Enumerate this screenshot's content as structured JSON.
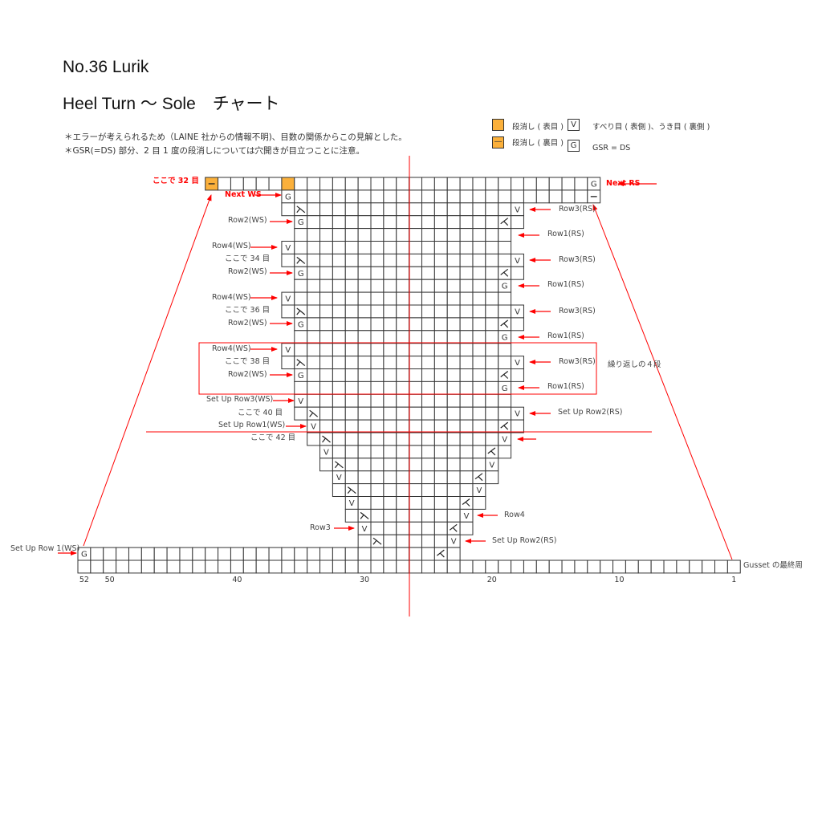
{
  "header": {
    "title": "No.36 Lurik",
    "subtitle": "Heel Turn 〜 Sole　チャート",
    "notes": [
      "＊エラーが考えられるため（LAINE 社からの情報不明)、目数の関係からこの見解とした。",
      "＊GSR(=DS) 部分、2 目 1 度の段消しについては穴開きが目立つことに注意。"
    ]
  },
  "legend": {
    "short_row_knit": "段消し ( 表目 )",
    "short_row_purl": "段消し ( 裏目 )",
    "slip_symbol": "V",
    "slip_label": "すべり目 ( 表側 )、うき目 ( 裏側 )",
    "gsr_symbol": "G",
    "gsr_label": "GSR = DS",
    "dash_symbol": "—"
  },
  "colors": {
    "accent_orange": "#FBB03B",
    "annotation_red": "#FF0000",
    "grid": "#333333"
  },
  "chart": {
    "total_stitches": 52,
    "column_labels": [
      52,
      50,
      40,
      30,
      20,
      10,
      1
    ],
    "symbols": {
      "slip": "V",
      "gsr": "G",
      "purl": "—",
      "sr-purl": "—"
    },
    "rows_top_to_bottom": [
      {
        "from": 42,
        "to": 12,
        "marks": {
          "42": "sr-purl",
          "36": "sr-knit",
          "12": "gsr"
        }
      },
      {
        "from": 36,
        "to": 12,
        "marks": {
          "36": "gsr",
          "12": "purl"
        }
      },
      {
        "from": 36,
        "to": 18,
        "marks": {
          "35": "dec-left",
          "18": "slip"
        }
      },
      {
        "from": 35,
        "to": 18,
        "marks": {
          "35": "gsr",
          "19": "dec-right"
        }
      },
      {
        "from": 35,
        "to": 19,
        "marks": {}
      },
      {
        "from": 36,
        "to": 19,
        "marks": {
          "36": "slip"
        }
      },
      {
        "from": 36,
        "to": 18,
        "marks": {
          "35": "dec-left",
          "18": "slip"
        }
      },
      {
        "from": 35,
        "to": 18,
        "marks": {
          "35": "gsr",
          "19": "dec-right"
        }
      },
      {
        "from": 35,
        "to": 19,
        "marks": {
          "19": "gsr"
        }
      },
      {
        "from": 36,
        "to": 19,
        "marks": {
          "36": "slip"
        }
      },
      {
        "from": 36,
        "to": 18,
        "marks": {
          "35": "dec-left",
          "18": "slip"
        }
      },
      {
        "from": 35,
        "to": 18,
        "marks": {
          "35": "gsr",
          "19": "dec-right"
        }
      },
      {
        "from": 35,
        "to": 19,
        "marks": {
          "19": "gsr"
        }
      },
      {
        "from": 36,
        "to": 19,
        "marks": {
          "36": "slip"
        }
      },
      {
        "from": 36,
        "to": 18,
        "marks": {
          "35": "dec-left",
          "18": "slip"
        }
      },
      {
        "from": 35,
        "to": 18,
        "marks": {
          "35": "gsr",
          "19": "dec-right"
        }
      },
      {
        "from": 35,
        "to": 19,
        "marks": {
          "19": "gsr"
        }
      },
      {
        "from": 35,
        "to": 19,
        "marks": {
          "35": "slip"
        }
      },
      {
        "from": 35,
        "to": 18,
        "marks": {
          "34": "dec-left",
          "18": "slip"
        }
      },
      {
        "from": 34,
        "to": 18,
        "marks": {
          "34": "slip",
          "19": "dec-right"
        }
      },
      {
        "from": 34,
        "to": 19,
        "marks": {
          "33": "dec-left",
          "19": "slip"
        }
      },
      {
        "from": 33,
        "to": 19,
        "marks": {
          "33": "slip",
          "20": "dec-right"
        }
      },
      {
        "from": 33,
        "to": 20,
        "marks": {
          "32": "dec-left",
          "20": "slip"
        }
      },
      {
        "from": 32,
        "to": 20,
        "marks": {
          "32": "slip",
          "21": "dec-right"
        }
      },
      {
        "from": 32,
        "to": 21,
        "marks": {
          "31": "dec-left",
          "21": "slip"
        }
      },
      {
        "from": 31,
        "to": 21,
        "marks": {
          "31": "slip",
          "22": "dec-right"
        }
      },
      {
        "from": 31,
        "to": 22,
        "marks": {
          "30": "dec-left",
          "22": "slip"
        }
      },
      {
        "from": 30,
        "to": 22,
        "marks": {
          "30": "slip",
          "23": "dec-right"
        }
      },
      {
        "from": 30,
        "to": 23,
        "marks": {
          "29": "dec-left",
          "23": "slip"
        }
      },
      {
        "from": 52,
        "to": 23,
        "marks": {
          "52": "gsr",
          "24": "dec-right"
        }
      },
      {
        "from": 52,
        "to": 1,
        "marks": {}
      }
    ]
  },
  "annotations": {
    "here32": "ここで 32 目",
    "next_ws": "Next WS",
    "next_rs": "Next RS",
    "row2_ws": "Row2(WS)",
    "row4_ws": "Row4(WS)",
    "here34": "ここで 34 目",
    "here36": "ここで 36 目",
    "here38": "ここで 38 目",
    "here40": "ここで 40 目",
    "here42": "ここで 42 目",
    "setup_row3_ws": "Set Up Row3(WS)",
    "setup_row1_ws": "Set Up Row1(WS)",
    "setup_row_1_ws": "Set Up Row 1(WS)",
    "row3": "Row3",
    "row4": "Row4",
    "row3_rs": "Row3(RS)",
    "row1_rs": "Row1(RS)",
    "setup_row2_rs": "Set Up Row2(RS)",
    "repeat_4": "繰り返しの４段",
    "gusset_last": "Gusset の最終周"
  }
}
